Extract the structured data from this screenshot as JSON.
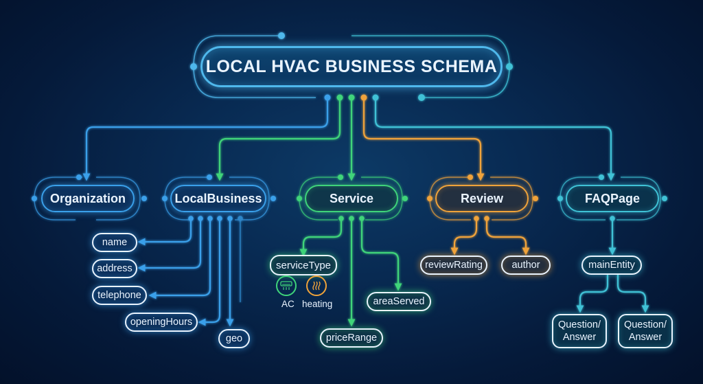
{
  "title": "LOCAL HVAC BUSINESS SCHEMA",
  "colors": {
    "background": "#061d3f",
    "blue": "#3aa0ea",
    "green": "#3fd47a",
    "orange": "#f0a33a",
    "teal": "#3fc2d6",
    "title_border": "#4fb8ec",
    "text": "#eaf4ff"
  },
  "types": [
    {
      "label": "Organization",
      "color": "blue"
    },
    {
      "label": "LocalBusiness",
      "color": "blue"
    },
    {
      "label": "Service",
      "color": "green"
    },
    {
      "label": "Review",
      "color": "orange"
    },
    {
      "label": "FAQPage",
      "color": "teal"
    }
  ],
  "local_business_properties": [
    "name",
    "address",
    "telephone",
    "openingHours",
    "geo"
  ],
  "service_properties": {
    "service_type": "serviceType",
    "service_type_icons": [
      {
        "icon": "air-conditioner-icon",
        "label": "AC"
      },
      {
        "icon": "heating-icon",
        "label": "heating"
      }
    ],
    "price_range": "priceRange",
    "area_served": "areaServed"
  },
  "review_properties": [
    "reviewRating",
    "author"
  ],
  "faq_properties": {
    "main_entity": "mainEntity",
    "children": [
      {
        "line1": "Question/",
        "line2": "Answer"
      },
      {
        "line1": "Question/",
        "line2": "Answer"
      }
    ]
  }
}
